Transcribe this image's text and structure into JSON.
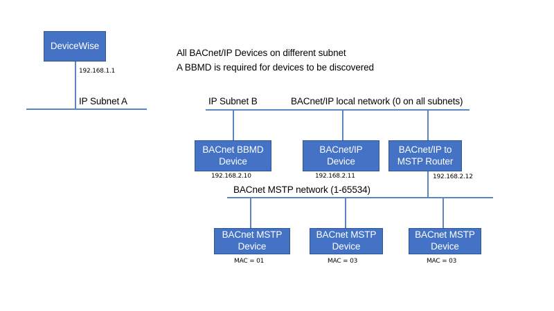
{
  "diagram": {
    "title_annotation": {
      "line1": "All BACnet/IP Devices on different subnet",
      "line2": "A BBMD  is required for devices to be discovered"
    },
    "colors": {
      "box_fill": "#4472C4",
      "box_border": "#2F5597",
      "box_text": "#FFFFFF",
      "line": "#5B84C4",
      "label_text": "#000000",
      "background": "#FFFFFF"
    },
    "networks": [
      {
        "name": "ip-subnet-a",
        "label": "IP Subnet A"
      },
      {
        "name": "ip-subnet-b",
        "label": "IP Subnet B"
      },
      {
        "name": "bacnet-ip-local-network",
        "label": "BACnet/IP local network (0 on all subnets)"
      },
      {
        "name": "bacnet-mstp-network",
        "label": "BACnet MSTP network (1-65534)"
      }
    ],
    "nodes": [
      {
        "name": "devicewise",
        "label": "DeviceWise",
        "address": "192.168.1.1"
      },
      {
        "name": "bacnet-bbmd-device",
        "label": "BACnet BBMD\nDevice",
        "address": "192.168.2.10"
      },
      {
        "name": "bacnet-ip-device",
        "label": "BACnet/IP\nDevice",
        "address": "192.168.2.11"
      },
      {
        "name": "bacnet-ip-to-mstp-router",
        "label": "BACnet/IP to\nMSTP Router",
        "address": "192.168.2.12"
      },
      {
        "name": "bacnet-mstp-device-1",
        "label": "BACnet MSTP\nDevice",
        "address": "MAC = 01"
      },
      {
        "name": "bacnet-mstp-device-2",
        "label": "BACnet MSTP\nDevice",
        "address": "MAC = 03"
      },
      {
        "name": "bacnet-mstp-device-3",
        "label": "BACnet MSTP\nDevice",
        "address": "MAC = 03"
      }
    ]
  }
}
